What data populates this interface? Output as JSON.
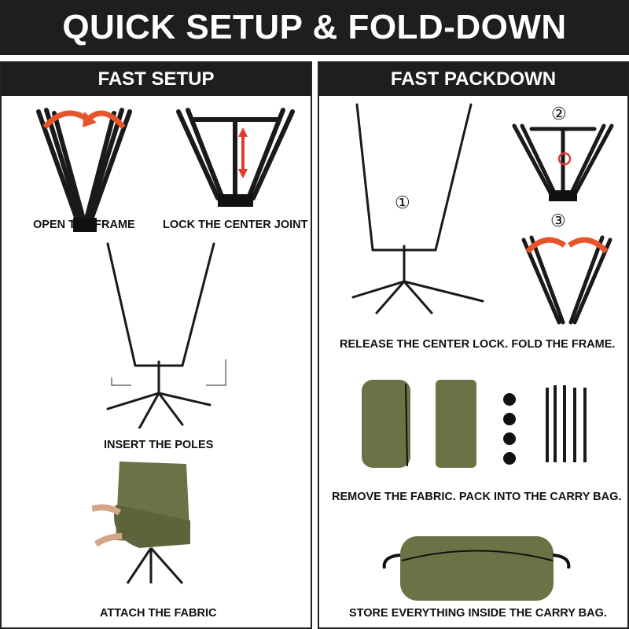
{
  "title": "QUICK SETUP & FOLD-DOWN",
  "setup": {
    "header": "FAST SETUP",
    "steps": {
      "open_frame": "OPEN THE FRAME",
      "lock_joint": "LOCK THE CENTER JOINT",
      "insert_poles": "INSERT THE POLES",
      "attach_fabric": "ATTACH THE FABRIC"
    }
  },
  "packdown": {
    "header": "FAST PACKDOWN",
    "markers": {
      "one": "①",
      "two": "②",
      "three": "③"
    },
    "steps": {
      "release": "RELEASE THE CENTER LOCK. FOLD THE FRAME.",
      "remove_fabric": "REMOVE THE FABRIC. PACK INTO THE CARRY BAG.",
      "store": "STORE EVERYTHING INSIDE THE CARRY BAG."
    }
  },
  "colors": {
    "dark": "#1e1e1e",
    "arrow_orange": "#e8542a",
    "arrow_red": "#e23b2e",
    "fabric_green": "#6b7245"
  }
}
